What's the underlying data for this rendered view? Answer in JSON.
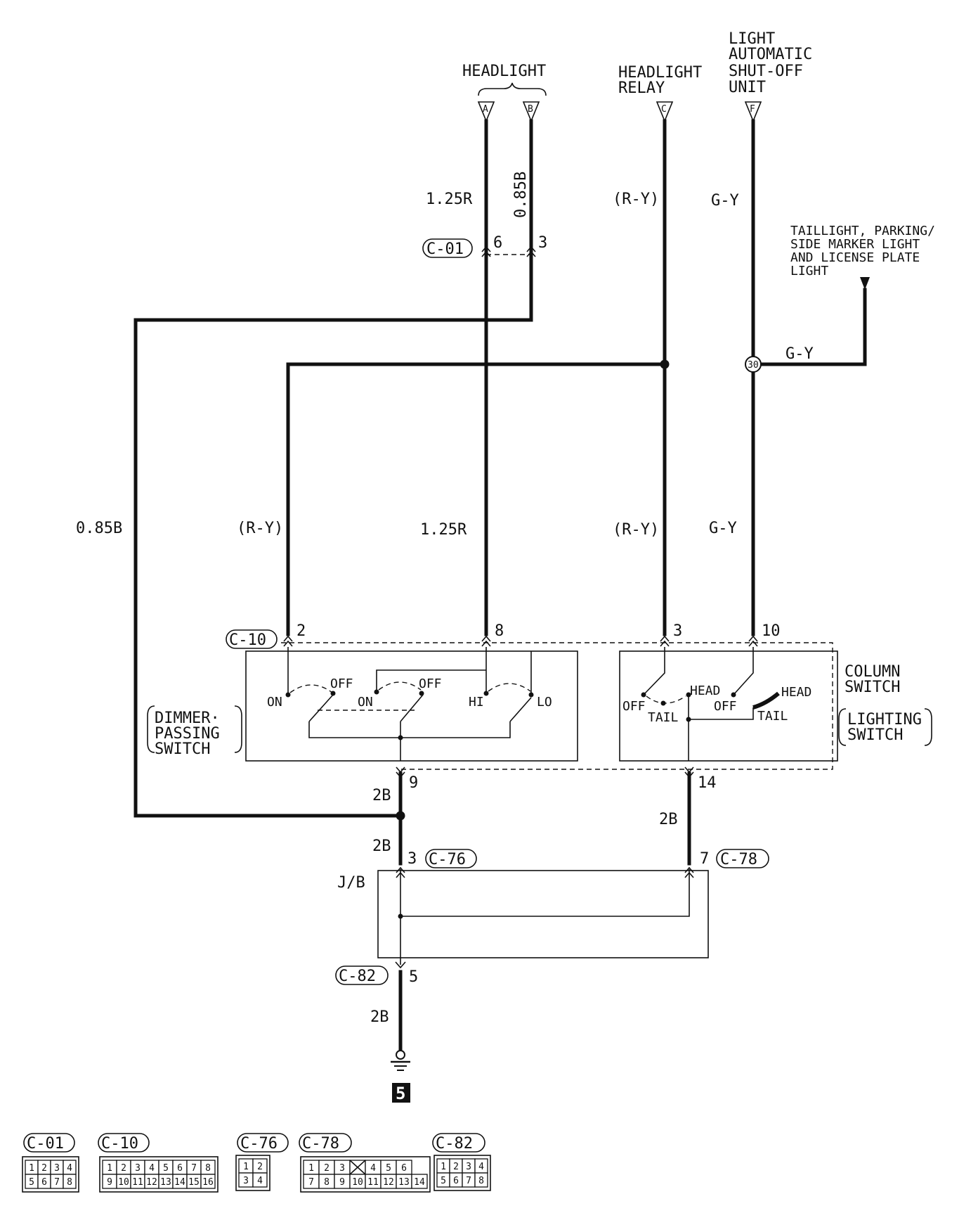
{
  "terminals": {
    "headlight": {
      "label": "HEADLIGHT",
      "a": "A",
      "b": "B"
    },
    "relay": {
      "line1": "HEADLIGHT",
      "line2": "RELAY",
      "tag": "C"
    },
    "shutoff": {
      "line1": "LIGHT",
      "line2": "AUTOMATIC",
      "line3": "SHUT-OFF",
      "line4": "UNIT",
      "tag": "F"
    },
    "taillight": {
      "line1": "TAILLIGHT, PARKING/",
      "line2": "SIDE MARKER LIGHT",
      "line3": "AND LICENSE PLATE",
      "line4": "LIGHT"
    }
  },
  "wires": {
    "w_125r": "1.25R",
    "w_085b": "0.85B",
    "w_ry": "(R-Y)",
    "w_gy": "G-Y",
    "w_2b": "2B"
  },
  "connectors": {
    "c01": "C-01",
    "c10": "C-10",
    "c76": "C-76",
    "c78": "C-78",
    "c82": "C-82"
  },
  "pins": {
    "c01_a": "6",
    "c01_b": "3",
    "c10_2": "2",
    "c10_8": "8",
    "c10_3": "3",
    "c10_10": "10",
    "c10_9": "9",
    "c10_14": "14",
    "c76_3": "3",
    "c78_7": "7",
    "c82_5": "5"
  },
  "splice": "30",
  "ground_ref": "5",
  "jb_label": "J/B",
  "column_switch": {
    "line1": "COLUMN",
    "line2": "SWITCH"
  },
  "dimmer_switch": {
    "line1": "DIMMER·",
    "line2": "PASSING",
    "line3": "SWITCH"
  },
  "lighting_switch": {
    "line1": "LIGHTING",
    "line2": "SWITCH"
  },
  "positions": {
    "on": "ON",
    "off": "OFF",
    "hi": "HI",
    "lo": "LO",
    "head": "HEAD",
    "tail": "TAIL"
  },
  "connector_views": {
    "c01": {
      "rows": [
        [
          "1",
          "2",
          "3",
          "4"
        ],
        [
          "5",
          "6",
          "7",
          "8"
        ]
      ]
    },
    "c10": {
      "rows": [
        [
          "1",
          "2",
          "3",
          "4",
          "5",
          "6",
          "7",
          "8"
        ],
        [
          "9",
          "10",
          "11",
          "12",
          "13",
          "14",
          "15",
          "16"
        ]
      ]
    },
    "c76": {
      "rows": [
        [
          "1",
          "2"
        ],
        [
          "3",
          "4"
        ]
      ]
    },
    "c78": {
      "rows": [
        [
          "1",
          "2",
          "3",
          "",
          "4",
          "5",
          "6"
        ],
        [
          "7",
          "8",
          "9",
          "10",
          "11",
          "12",
          "13",
          "14"
        ]
      ]
    },
    "c82": {
      "rows": [
        [
          "1",
          "2",
          "3",
          "4"
        ],
        [
          "5",
          "6",
          "7",
          "8"
        ]
      ]
    }
  }
}
